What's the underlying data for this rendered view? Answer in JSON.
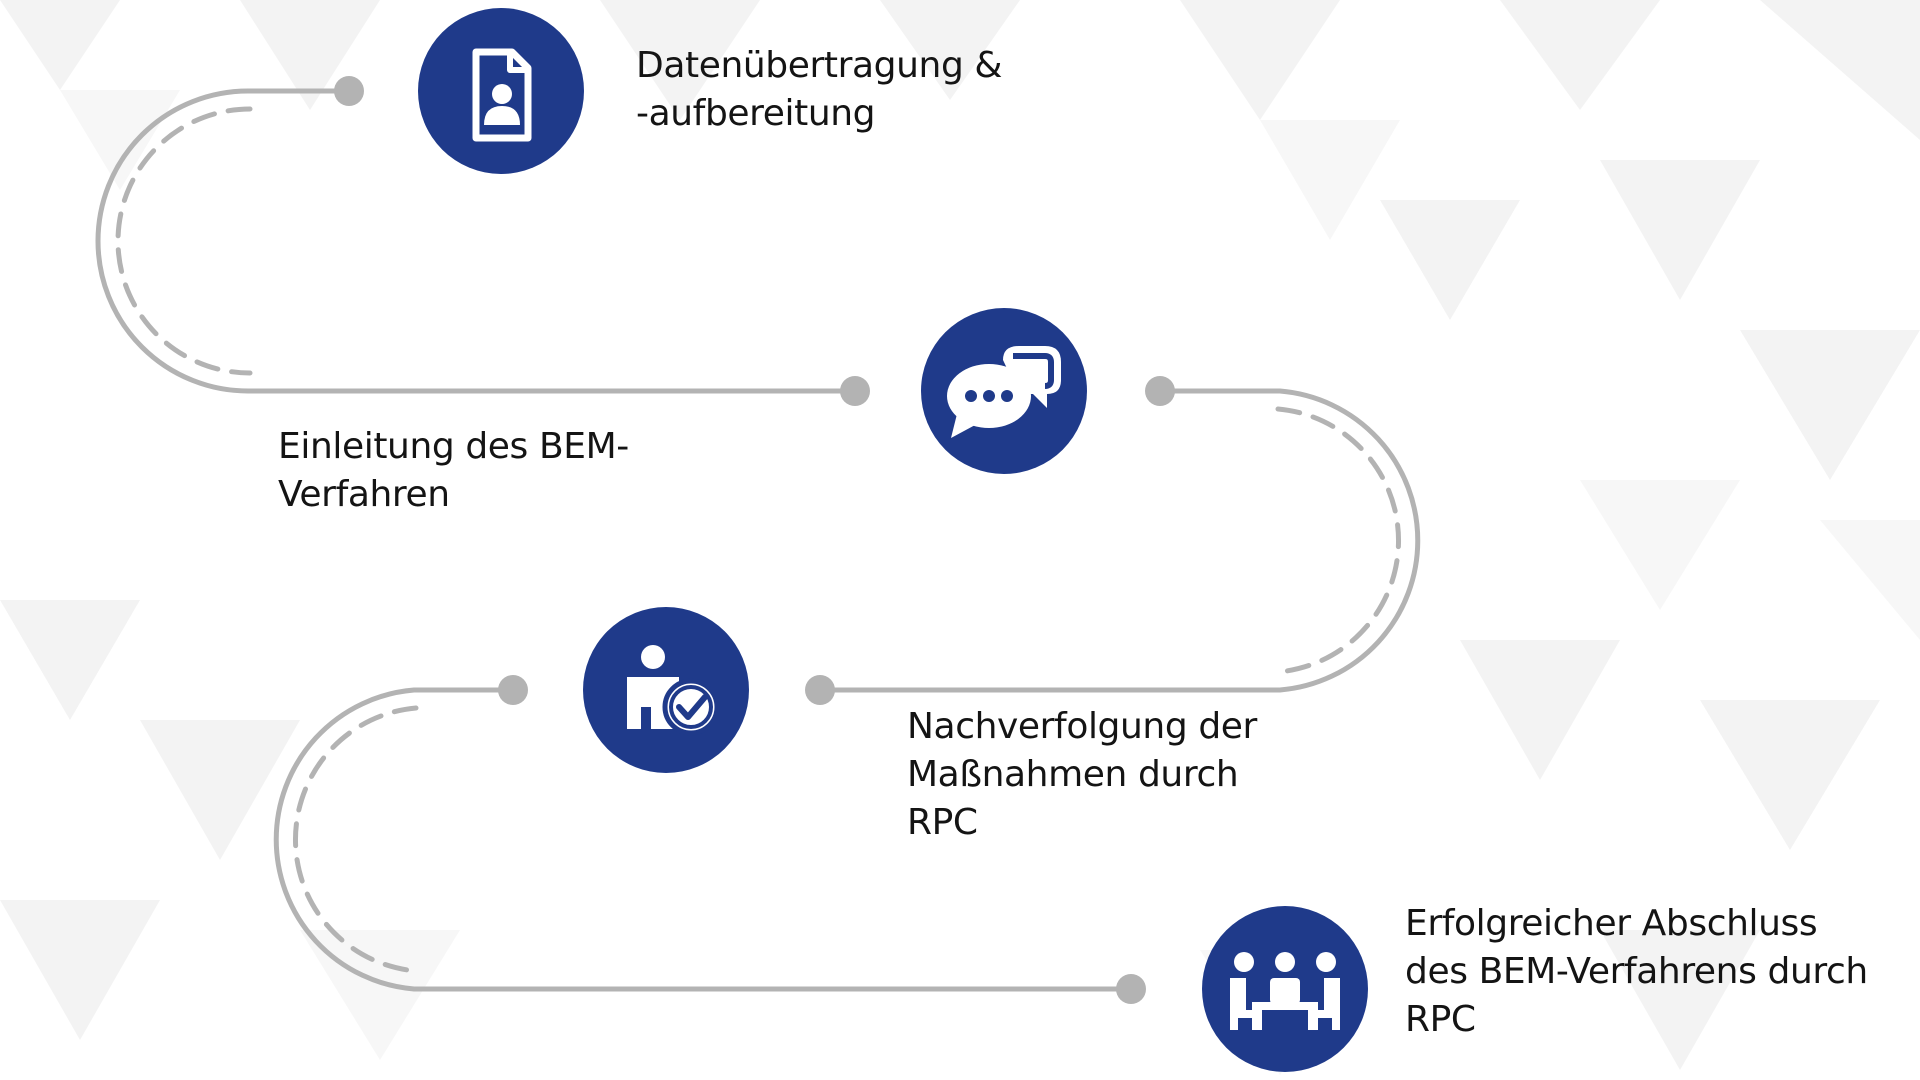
{
  "colors": {
    "icon_background": "#1f3a8a",
    "icon_foreground": "#ffffff",
    "path_line": "#b3b3b3",
    "path_dots": "#b3b3b3",
    "text": "#141414",
    "background_pattern": "#f3f3f3"
  },
  "steps": [
    {
      "icon": "document-person-icon",
      "lines": [
        "Datenübertragung &",
        "-aufbereitung"
      ]
    },
    {
      "icon": "chat-bubbles-icon",
      "lines": [
        "Einleitung des BEM-",
        "Verfahren"
      ]
    },
    {
      "icon": "person-check-icon",
      "lines": [
        "Nachverfolgung der",
        "Maßnahmen durch",
        "RPC"
      ]
    },
    {
      "icon": "meeting-table-icon",
      "lines": [
        "Erfolgreicher Abschluss",
        "des BEM-Verfahrens durch",
        "RPC"
      ]
    }
  ]
}
